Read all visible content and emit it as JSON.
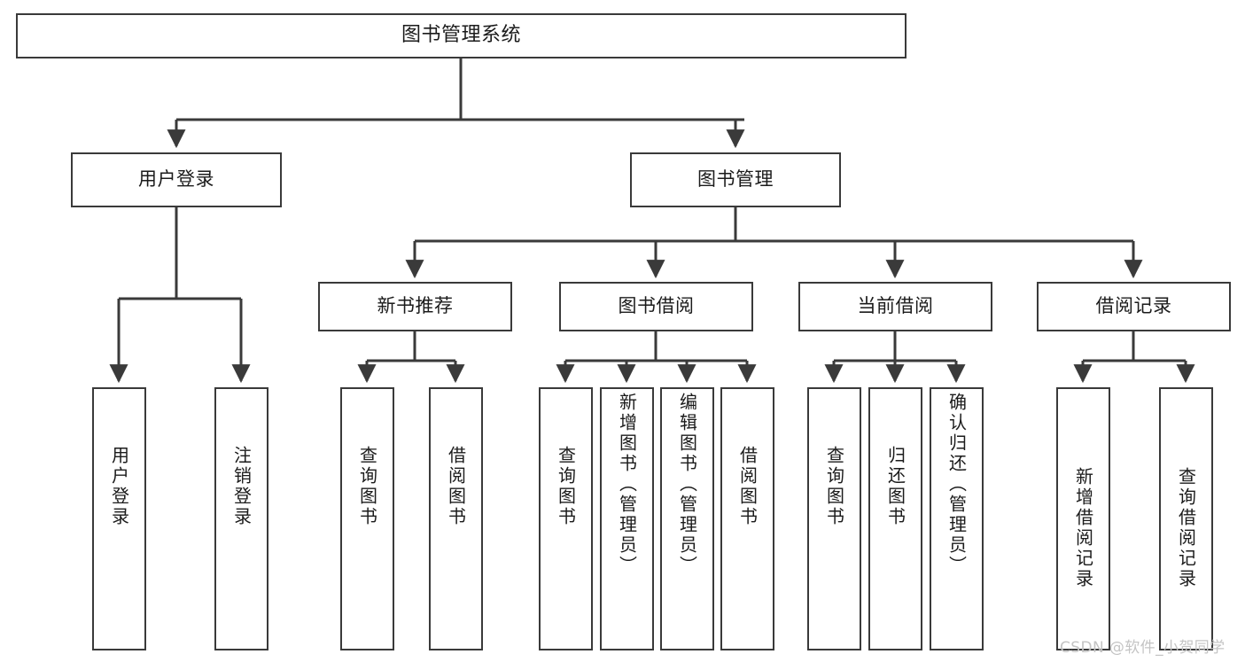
{
  "diagram": {
    "type": "tree",
    "title": "图书管理系统",
    "root": {
      "label": "图书管理系统"
    },
    "level1": [
      {
        "label": "用户登录"
      },
      {
        "label": "图书管理"
      }
    ],
    "level2": [
      {
        "label": "新书推荐"
      },
      {
        "label": "图书借阅"
      },
      {
        "label": "当前借阅"
      },
      {
        "label": "借阅记录"
      }
    ],
    "leaves": {
      "user_login": [
        {
          "label": "用户登录"
        },
        {
          "label": "注销登录"
        }
      ],
      "new_book_recommend": [
        {
          "label": "查询图书"
        },
        {
          "label": "借阅图书"
        }
      ],
      "book_borrow": [
        {
          "label": "查询图书"
        },
        {
          "label": "新增图书（管理员）"
        },
        {
          "label": "编辑图书（管理员）"
        },
        {
          "label": "借阅图书"
        }
      ],
      "current_borrow": [
        {
          "label": "查询图书"
        },
        {
          "label": "归还图书"
        },
        {
          "label": "确认归还（管理员）"
        }
      ],
      "borrow_record": [
        {
          "label": "新增借阅记录"
        },
        {
          "label": "查询借阅记录"
        }
      ]
    }
  },
  "watermark": {
    "text": "CSDN @软件_小贺同学"
  },
  "colors": {
    "stroke": "#3a3a3a",
    "text": "#1b1b1b",
    "background": "#ffffff",
    "watermark": "#c4c4c4"
  }
}
